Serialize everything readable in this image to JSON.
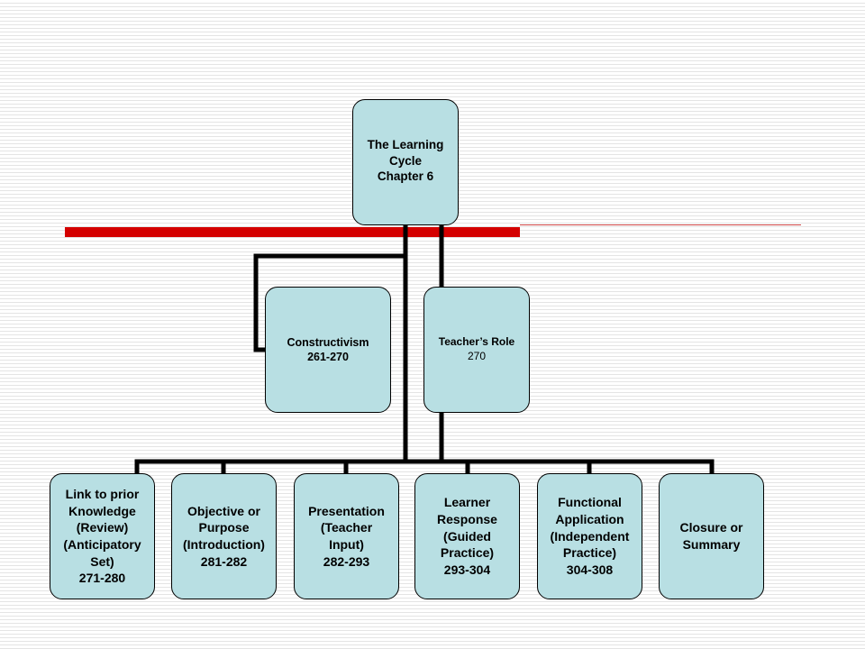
{
  "diagram": {
    "root": {
      "label": "The Learning\nCycle\nChapter 6"
    },
    "middle": [
      {
        "label": "Constructivism",
        "pages": "261-270"
      },
      {
        "label": "Teacher’s Role",
        "pages": "270"
      }
    ],
    "leaves": [
      {
        "label": "Link to prior\nKnowledge\n(Review)\n(Anticipatory\nSet)",
        "pages": "271-280"
      },
      {
        "label": "Objective or\nPurpose\n(Introduction)",
        "pages": "281-282"
      },
      {
        "label": "Presentation\n(Teacher\nInput)",
        "pages": "282-293"
      },
      {
        "label": "Learner\nResponse\n(Guided\nPractice)",
        "pages": "293-304"
      },
      {
        "label": "Functional\nApplication\n(Independent\nPractice)",
        "pages": "304-308"
      },
      {
        "label": "Closure or\nSummary",
        "pages": ""
      }
    ],
    "colors": {
      "node_fill": "#b8dfe3",
      "accent_bar": "#d40000",
      "connector": "#000000"
    }
  }
}
